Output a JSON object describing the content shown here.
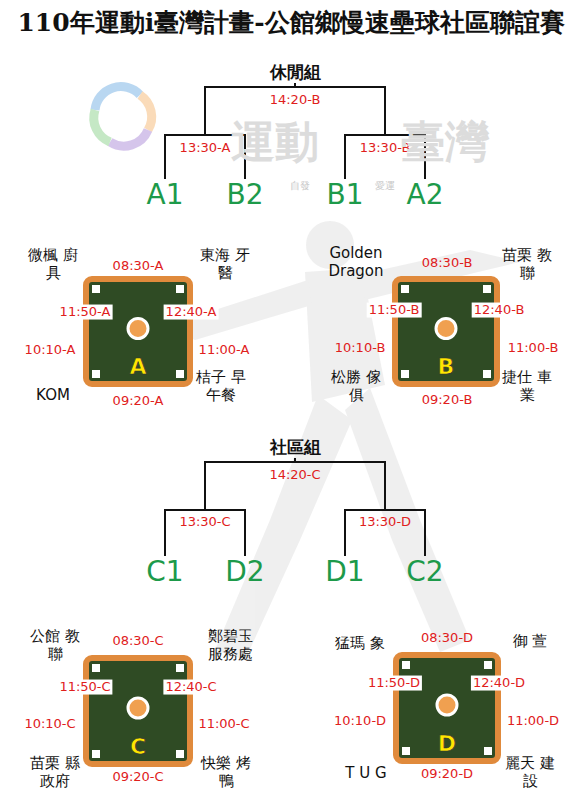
{
  "diagram": {
    "title": "110年運動i臺灣計畫-公館鄉慢速壘球社區聯誼賽",
    "nodes": [
      {
        "text": [
          "休閒組"
        ]
      },
      {
        "text": [
          "A1"
        ]
      },
      {
        "text": [
          "B2"
        ]
      },
      {
        "text": [
          "B1"
        ]
      },
      {
        "text": [
          "A2"
        ]
      },
      {
        "text": [
          "A"
        ]
      },
      {
        "text": [
          "B"
        ]
      },
      {
        "text": [
          "社區組"
        ]
      },
      {
        "text": [
          "C1"
        ]
      },
      {
        "text": [
          "D2"
        ]
      },
      {
        "text": [
          "D1"
        ]
      },
      {
        "text": [
          "C2"
        ]
      },
      {
        "text": [
          "C"
        ]
      },
      {
        "text": [
          "D"
        ]
      }
    ],
    "edges": [
      {
        "from": 1,
        "to": 0,
        "arrow": "none"
      },
      {
        "from": 2,
        "to": 0,
        "arrow": "none"
      },
      {
        "from": 3,
        "to": 0,
        "arrow": "none"
      },
      {
        "from": 4,
        "to": 0,
        "arrow": "none"
      },
      {
        "from": 8,
        "to": 7,
        "arrow": "none"
      },
      {
        "from": 9,
        "to": 7,
        "arrow": "none"
      },
      {
        "from": 10,
        "to": 7,
        "arrow": "none"
      },
      {
        "from": 11,
        "to": 7,
        "arrow": "none"
      }
    ],
    "labels": [
      "14:20-B",
      "13:30-A",
      "13:30-B",
      "微楓 廚具",
      "東海 牙醫",
      "08:30-A",
      "11:50-A",
      "12:40-A",
      "10:10-A",
      "11:00-A",
      "KOM",
      "桔子 早午餐",
      "09:20-A",
      "Golden Dragon",
      "苗栗 教聯",
      "08:30-B",
      "11:50-B",
      "12:40-B",
      "10:10-B",
      "11:00-B",
      "松勝 傢俱",
      "捷仕 車業",
      "09:20-B",
      "14:20-C",
      "13:30-C",
      "13:30-D",
      "公館 教聯",
      "鄭碧玉 服務處",
      "08:30-C",
      "11:50-C",
      "12:40-C",
      "10:10-C",
      "11:00-C",
      "苗栗 縣政府",
      "快樂 烤鴨",
      "09:20-C",
      "猛瑪 象",
      "御 萱",
      "08:30-D",
      "11:50-D",
      "12:40-D",
      "10:10-D",
      "11:00-D",
      "T U G",
      "麗天 建設",
      "09:20-D",
      "運動",
      "臺灣",
      "自發",
      "愛運"
    ]
  }
}
